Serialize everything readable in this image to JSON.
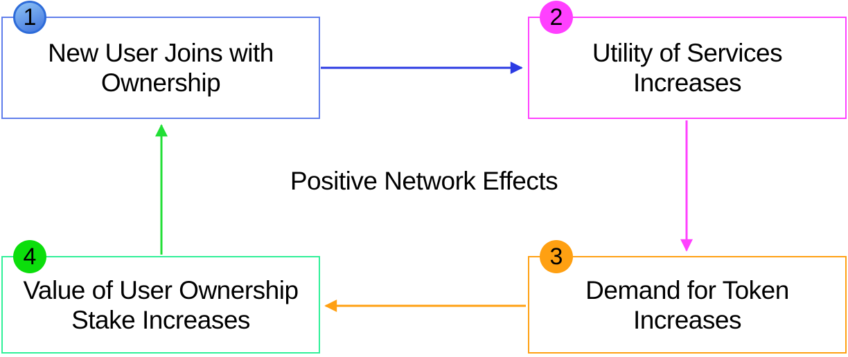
{
  "diagram": {
    "title": "Positive Network Effects",
    "nodes": [
      {
        "badge": "1",
        "label": "New User Joins with\nOwnership",
        "border_color": "#5F7DEB",
        "badge_color": "#4377DF",
        "badge_gradient_top": "#8CC0F4",
        "badge_border_color": "#2E6CD9"
      },
      {
        "badge": "2",
        "label": "Utility of Services\nIncreases",
        "border_color": "#FF40FF",
        "badge_color": "#FF40FF"
      },
      {
        "badge": "3",
        "label": "Demand for Token\nIncreases",
        "border_color": "#FFA012",
        "badge_color": "#FFA012"
      },
      {
        "badge": "4",
        "label": "Value of User Ownership\nStake Increases",
        "border_color": "#2FF098",
        "badge_color": "#0CDE0C"
      }
    ],
    "edges": [
      {
        "from": "1",
        "to": "2",
        "direction": "right",
        "color": "#2B3BE3"
      },
      {
        "from": "2",
        "to": "3",
        "direction": "down",
        "color": "#FF40FF"
      },
      {
        "from": "3",
        "to": "4",
        "direction": "left",
        "color": "#FFA012"
      },
      {
        "from": "4",
        "to": "1",
        "direction": "up",
        "color": "#21DF35"
      }
    ]
  }
}
